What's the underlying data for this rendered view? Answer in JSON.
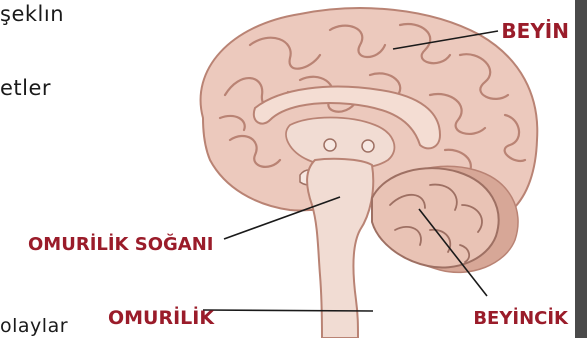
{
  "background_text": {
    "line1": "şeklın",
    "line2": "etler",
    "line3": "olaylar"
  },
  "labels": {
    "beyin": "BEYİN",
    "omurilik_sogani": "OMURİLİK SOĞANI",
    "omurilik": "OMURİLİK",
    "beyincik": "BEYİNCİK"
  },
  "colors": {
    "label": "#9a1c2a",
    "brain": "#ecc9bd",
    "brain_shadow": "#d7a797",
    "fold": "#b98374",
    "stem": "#f1dcd3",
    "cerebellum": "#e9c3b5",
    "leader": "#1a1a1a"
  }
}
